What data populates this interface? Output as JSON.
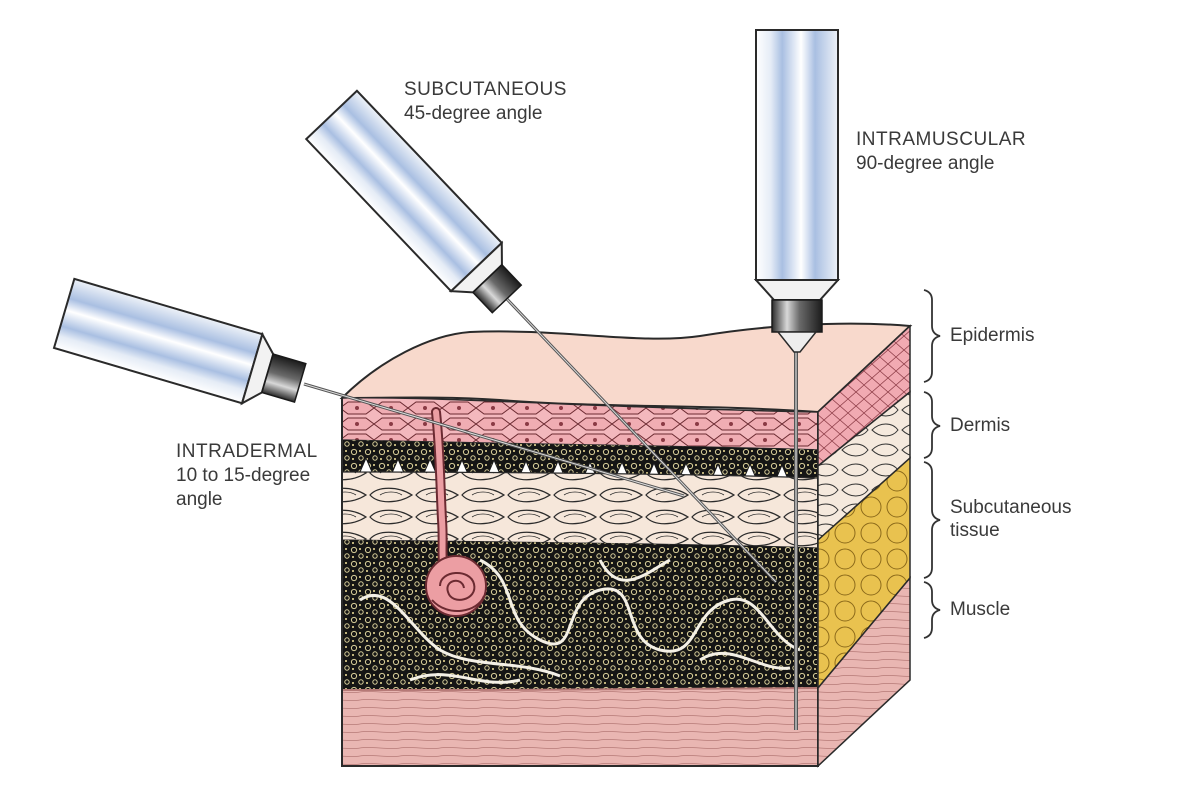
{
  "injections": {
    "subcutaneous": {
      "title": "SUBCUTANEOUS",
      "angle": "45-degree angle"
    },
    "intramuscular": {
      "title": "INTRAMUSCULAR",
      "angle": "90-degree angle"
    },
    "intradermal": {
      "title": "INTRADERMAL",
      "angle_line1": "10 to 15-degree",
      "angle_line2": "angle"
    }
  },
  "layers": {
    "epidermis": "Epidermis",
    "dermis": "Dermis",
    "subcutaneous_line1": "Subcutaneous",
    "subcutaneous_line2": "tissue",
    "muscle": "Muscle"
  },
  "colors": {
    "epidermis": "#f8d9cc",
    "dermis_pink": "#f1b9bd",
    "subcutaneous_fat": "#e8c24d",
    "muscle": "#e9b6b2",
    "syringe_barrel_stripe": "#a9bfe2",
    "dark_fat_layer": "#151515"
  }
}
